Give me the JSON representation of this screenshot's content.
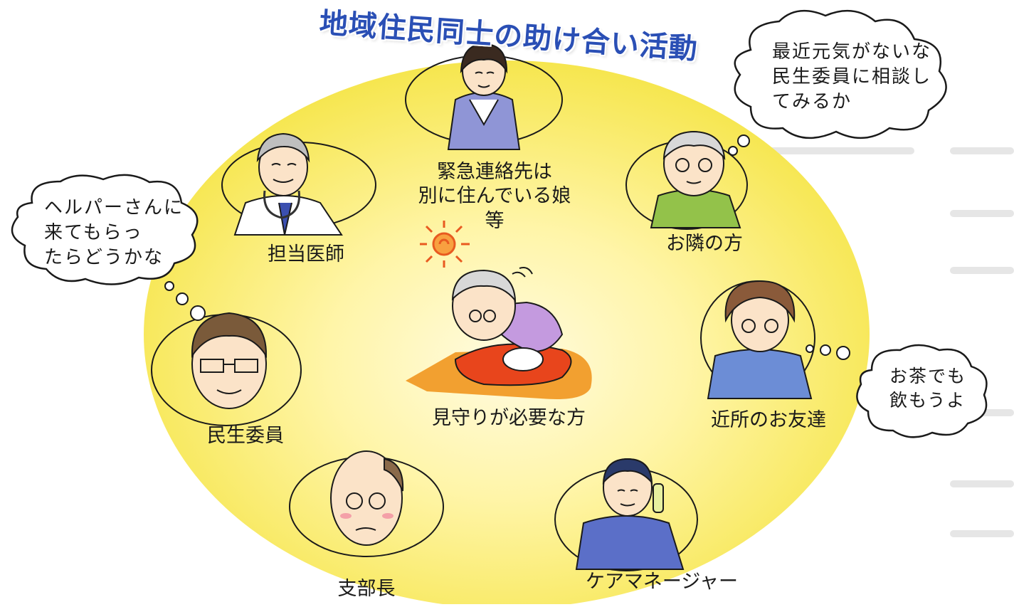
{
  "title": "地域住民同士の助け合い活動",
  "center": {
    "label": "見守りが必要な方"
  },
  "people": {
    "emergency_contact": {
      "line1": "緊急連絡先は",
      "line2": "別に住んでいる娘",
      "line3": "等"
    },
    "doctor": {
      "label": "担当医師"
    },
    "neighbor": {
      "label": "お隣の方"
    },
    "friend": {
      "label": "近所のお友達"
    },
    "welfare_commissioner": {
      "label": "民生委員"
    },
    "branch_chief": {
      "label": "支部長"
    },
    "care_manager": {
      "label": "ケアマネージャー"
    }
  },
  "bubbles": {
    "neighbor_thought": {
      "line1": "最近元気がないな",
      "line2": "民生委員に相談し",
      "line3": "てみるか"
    },
    "commissioner_thought": {
      "line1": "ヘルパーさんに",
      "line2": "来てもらっ",
      "line3": "たらどうかな"
    },
    "friend_thought": {
      "line1": "お茶でも",
      "line2": "飲もうよ"
    }
  },
  "colors": {
    "background_glow_center": "#fff7b8",
    "background_glow_edge": "#f5e64a",
    "title": "#2a4fb5",
    "outline": "#1a1a1a",
    "cushion": "#e8451c"
  }
}
